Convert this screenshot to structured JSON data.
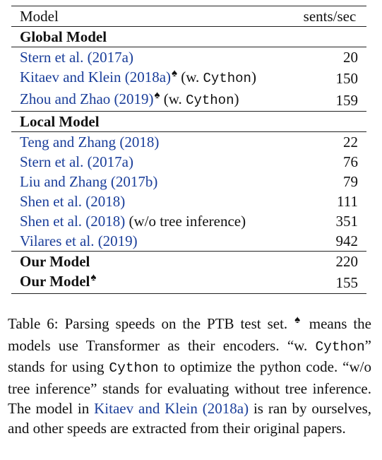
{
  "table": {
    "header": {
      "col_model": "Model",
      "col_speed": "sents/sec"
    },
    "sections": [
      {
        "title": "Global Model",
        "rows": [
          {
            "cite": "Stern et al. (2017a)",
            "spade": false,
            "extra": "",
            "extra_mono": "",
            "extra_end": "",
            "value": "20"
          },
          {
            "cite": "Kitaev and Klein (2018a)",
            "spade": true,
            "extra": " (w. ",
            "extra_mono": "Cython",
            "extra_end": ")",
            "value": "150"
          },
          {
            "cite": "Zhou and Zhao (2019)",
            "spade": true,
            "extra": " (w. ",
            "extra_mono": "Cython",
            "extra_end": ")",
            "value": "159"
          }
        ]
      },
      {
        "title": "Local Model",
        "rows": [
          {
            "cite": "Teng and Zhang (2018)",
            "spade": false,
            "extra": "",
            "extra_mono": "",
            "extra_end": "",
            "value": "22"
          },
          {
            "cite": "Stern et al. (2017a)",
            "spade": false,
            "extra": "",
            "extra_mono": "",
            "extra_end": "",
            "value": "76"
          },
          {
            "cite": "Liu and Zhang (2017b)",
            "spade": false,
            "extra": "",
            "extra_mono": "",
            "extra_end": "",
            "value": "79"
          },
          {
            "cite": "Shen et al. (2018)",
            "spade": false,
            "extra": "",
            "extra_mono": "",
            "extra_end": "",
            "value": "111"
          },
          {
            "cite": "Shen et al. (2018)",
            "spade": false,
            "extra": " (w/o tree inference)",
            "extra_mono": "",
            "extra_end": "",
            "value": "351"
          },
          {
            "cite": "Vilares et al. (2019)",
            "spade": false,
            "extra": "",
            "extra_mono": "",
            "extra_end": "",
            "value": "942"
          }
        ]
      }
    ],
    "ours": [
      {
        "label": "Our Model",
        "spade": false,
        "value": "220"
      },
      {
        "label": "Our Model",
        "spade": true,
        "value": "155"
      }
    ],
    "spade_symbol": "♠"
  },
  "caption": {
    "part1": "Table 6: Parsing speeds on the PTB test set. ",
    "spade": "♠",
    "part2": " means the models use Transformer as their encoders. “w. ",
    "mono1": "Cython",
    "part3": "” stands for using ",
    "mono2": "Cython",
    "part4": " to optimize the python code. “w/o tree inference” stands for evaluating without tree inference. The model in ",
    "cite": "Kitaev and Klein (2018a)",
    "part5": " is ran by ourselves, and other speeds are extracted from their original papers."
  },
  "colors": {
    "citation": "#1a3e9a",
    "rule": "#222222"
  }
}
